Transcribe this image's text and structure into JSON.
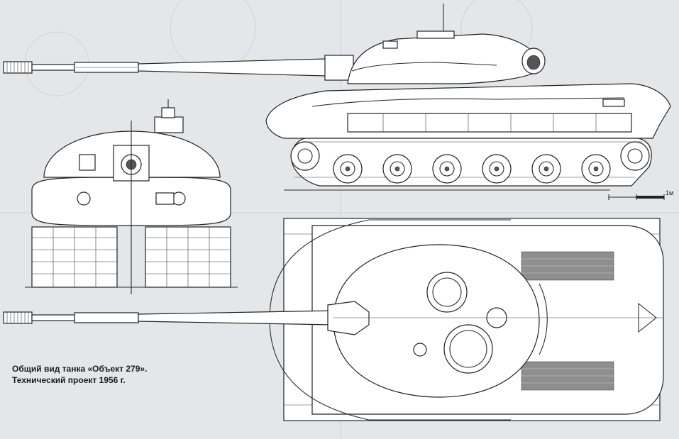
{
  "caption": {
    "line1": "Общий вид танка «Объект 279».",
    "line2": "Технический проект 1956 г."
  },
  "scale": {
    "label": "1м"
  },
  "views": [
    "side-view",
    "front-view",
    "top-view"
  ],
  "colors": {
    "background": "#f1f2f3",
    "line": "#2a2a2a",
    "fill": "#ffffff"
  }
}
